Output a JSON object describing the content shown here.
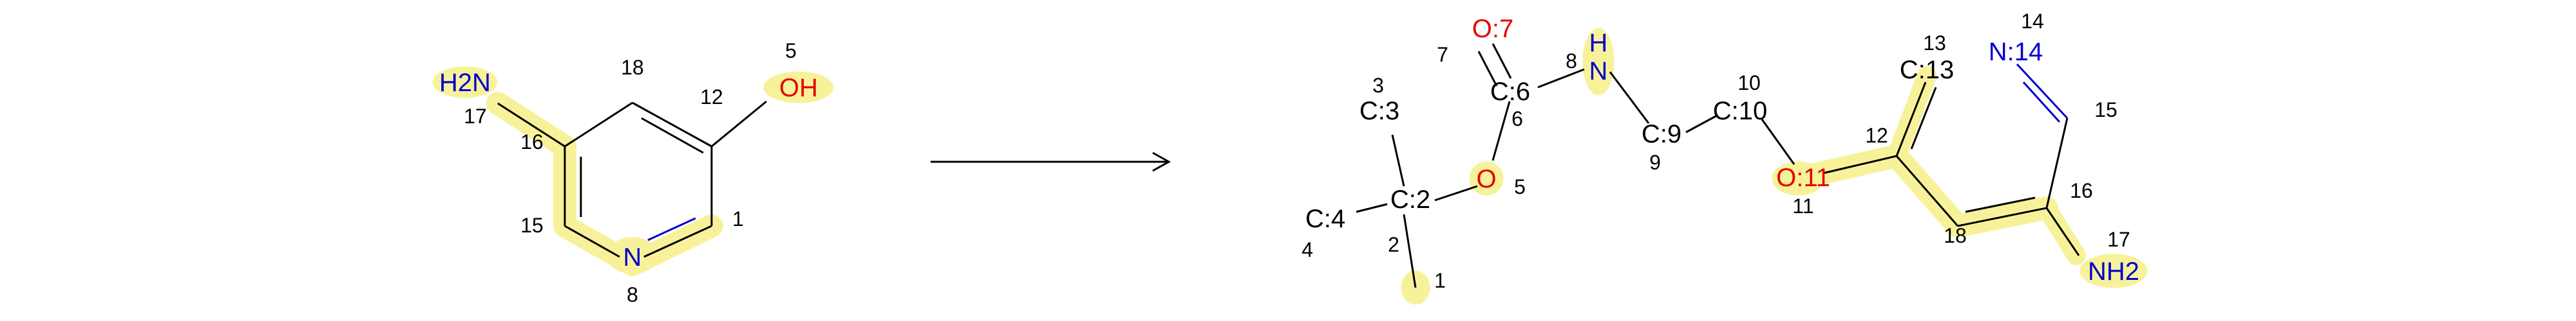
{
  "colors": {
    "carbon": "#000000",
    "nitrogen": "#0000cc",
    "oxygen": "#e60000",
    "highlight": "#f7f29a",
    "bond": "#000000"
  },
  "reactant": {
    "atom_labels": {
      "amine": "H2N",
      "hydroxyl": "OH",
      "ring_n": "N"
    },
    "indices": [
      "17",
      "16",
      "18",
      "12",
      "5",
      "15",
      "1",
      "8"
    ]
  },
  "arrow": {
    "kind": "reaction-arrow"
  },
  "product": {
    "atom_labels": {
      "carbonyl_o": "O:7",
      "c6": "C:6",
      "nh": "H",
      "nh_n": "N",
      "c3": "C:3",
      "c2": "C:2",
      "c4": "C:4",
      "o5": "O",
      "c9": "C:9",
      "c10": "C:10",
      "o11": "O:11",
      "c13": "C:13",
      "n14": "N:14",
      "nh2": "NH2"
    },
    "indices": [
      "7",
      "8",
      "6",
      "3",
      "5",
      "2",
      "4",
      "1",
      "9",
      "10",
      "11",
      "12",
      "13",
      "14",
      "15",
      "16",
      "17",
      "18"
    ]
  }
}
